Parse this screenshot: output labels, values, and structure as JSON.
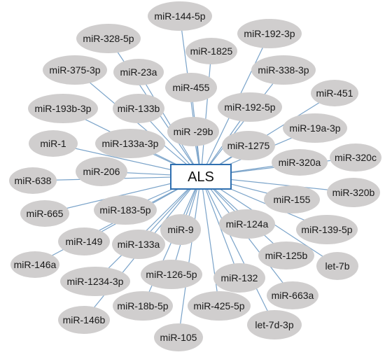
{
  "center": {
    "label": "ALS"
  },
  "nodes": [
    "miR-144-5p",
    "miR-328-5p",
    "miR-192-3p",
    "miR-1825",
    "miR-375-3p",
    "miR-23a",
    "miR-338-3p",
    "miR-455",
    "miR-451",
    "miR-193b-3p",
    "miR-133b",
    "miR-192-5p",
    "miR -29b",
    "miR-19a-3p",
    "miR-1",
    "miR-133a-3p",
    "miR-1275",
    "miR-320a",
    "miR-320c",
    "miR-206",
    "miR-638",
    "miR-155",
    "miR-320b",
    "miR-665",
    "miR-183-5p",
    "miR-124a",
    "miR-139-5p",
    "miR-9",
    "miR-149",
    "miR-133a",
    "miR-125b",
    "let-7b",
    "miR-146a",
    "miR-1234-3p",
    "miR-126-5p",
    "miR-132",
    "miR-663a",
    "miR-18b-5p",
    "miR-425-5p",
    "miR-146b",
    "miR-105",
    "let-7d-3p"
  ],
  "colors": {
    "node_fill": "#d0cece",
    "edge": "#7aa3c9",
    "center_border": "#2f6fb0"
  }
}
